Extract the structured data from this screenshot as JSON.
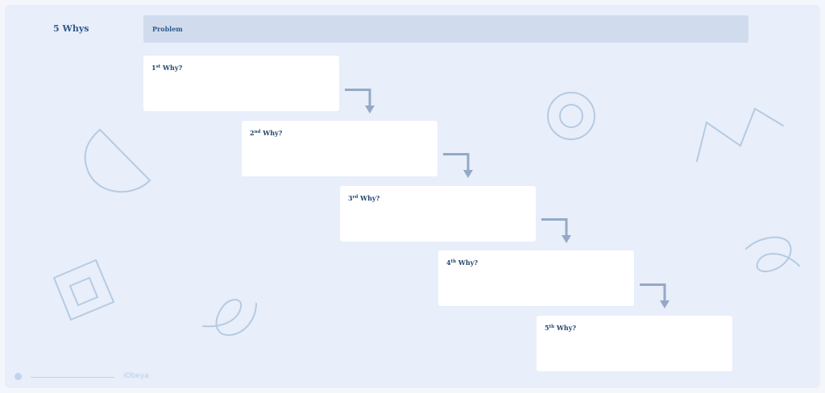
{
  "board": {
    "title": "5 Whys",
    "problem_label": "Problem",
    "whys": [
      {
        "num": "1",
        "suffix": "st",
        "text": "Why?"
      },
      {
        "num": "2",
        "suffix": "nd",
        "text": "Why?"
      },
      {
        "num": "3",
        "suffix": "rd",
        "text": "Why?"
      },
      {
        "num": "4",
        "suffix": "th",
        "text": "Why?"
      },
      {
        "num": "5",
        "suffix": "th",
        "text": "Why?"
      }
    ]
  },
  "footer": {
    "brand": "iObeya"
  },
  "colors": {
    "background": "#e8eefa",
    "problem_bar": "#d0dcee",
    "card": "#ffffff",
    "text": "#2e5a8c",
    "arrow": "#94a9c6",
    "doodle": "#b5cbe2"
  },
  "icons": [
    "elbow-arrow-icon",
    "half-circle-doodle-icon",
    "concentric-circles-doodle-icon",
    "zigzag-doodle-icon",
    "nested-squares-doodle-icon",
    "loop-doodle-icon",
    "ellipse-doodle-icon"
  ]
}
